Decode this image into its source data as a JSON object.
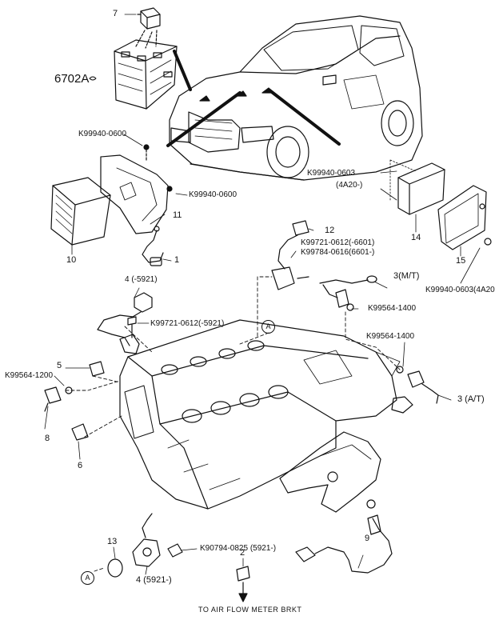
{
  "callouts": {
    "c7": "7",
    "c6702a": "6702A",
    "k99940_0600_a": "K99940-0600",
    "k99940_0600_b": "K99940-0600",
    "c11": "11",
    "c10": "10",
    "k99940_0603_a": "K99940-0603",
    "c4a20_a": "(4A20-)",
    "c14": "14",
    "c15": "15",
    "k99940_0603_b": "K99940-0603(4A20",
    "c12": "12",
    "k99721_0612_a": "K99721-0612(-6601)",
    "k99784_0616": "K99784-0616(6601-)",
    "c3mt": "3(M/T)",
    "c1": "1",
    "c4_neg5921": "4 (-5921)",
    "k99721_0612_b": "K99721-0612(-5921)",
    "k99564_1400_a": "K99564-1400",
    "k99564_1400_b": "K99564-1400",
    "circle_a1": "A",
    "c5": "5",
    "k99564_1200": "K99564-1200",
    "c3at": "3 (A/T)",
    "c8": "8",
    "c6": "6",
    "c13": "13",
    "circle_a2": "A",
    "k90794_0825": "K90794-0825 (5921-)",
    "c2": "2",
    "c4_5921": "4 (5921-)",
    "c9": "9",
    "footer": "TO AIR FLOW METER BRKT"
  }
}
